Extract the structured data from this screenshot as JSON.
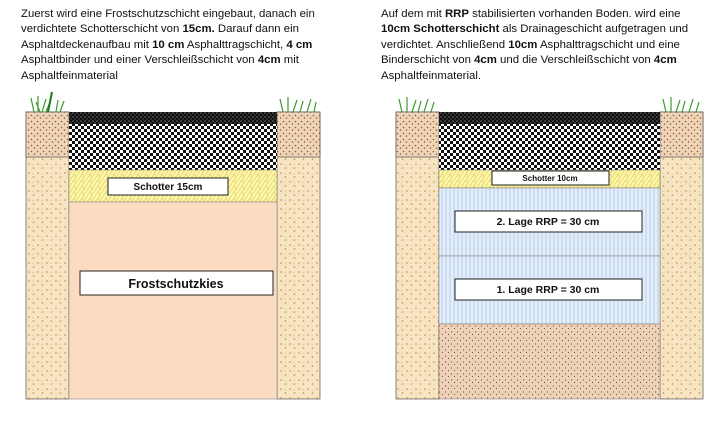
{
  "left": {
    "caption": [
      {
        "text": "Zuerst wird eine Frostschutzschicht eingebaut, danach ein verdichtete Schotterschicht von ",
        "bold": false
      },
      {
        "text": "15cm.",
        "bold": true
      },
      {
        "text": " Darauf dann ein Asphaltdeckenaufbau mit ",
        "bold": false
      },
      {
        "text": "10 cm",
        "bold": true
      },
      {
        "text": " Asphalttragschicht, ",
        "bold": false
      },
      {
        "text": "4 cm",
        "bold": true
      },
      {
        "text": " Asphaltbinder und einer Verschleißschicht von ",
        "bold": false
      },
      {
        "text": "4cm",
        "bold": true
      },
      {
        "text": " mit Asphaltfeinmaterial",
        "bold": false
      }
    ],
    "gravel_label": "Schotter 15cm",
    "frost_label": "Frostschutzkies"
  },
  "right": {
    "caption": [
      {
        "text": "Auf dem mit ",
        "bold": false
      },
      {
        "text": "RRP",
        "bold": true
      },
      {
        "text": " stabilisierten vorhanden Boden. wird eine ",
        "bold": false
      },
      {
        "text": "10cm Schotterschicht",
        "bold": true
      },
      {
        "text": " als Drainageschicht aufgetragen und verdichtet. Anschließend ",
        "bold": false
      },
      {
        "text": "10cm",
        "bold": true
      },
      {
        "text": " Asphalttragschicht und eine Binderschicht von ",
        "bold": false
      },
      {
        "text": "4cm",
        "bold": true
      },
      {
        "text": " und die Verschleißschicht von ",
        "bold": false
      },
      {
        "text": "4cm",
        "bold": true
      },
      {
        "text": " Asphaltfeinmaterial.",
        "bold": false
      }
    ],
    "gravel_label": "Schotter 10cm",
    "rrp2_label": "2. Lage RRP = 30 cm",
    "rrp1_label": "1. Lage RRP = 30 cm"
  },
  "colors": {
    "soil_side": "#f5e3bf",
    "topsoil": "#eed3b6",
    "gravel": "#fdf6a8",
    "frost": "#fcdcc0",
    "rrp": "#dde9f8",
    "subsoil": "#ecd2b8",
    "asphalt": "#111111",
    "grass": "#3c9a2b"
  }
}
